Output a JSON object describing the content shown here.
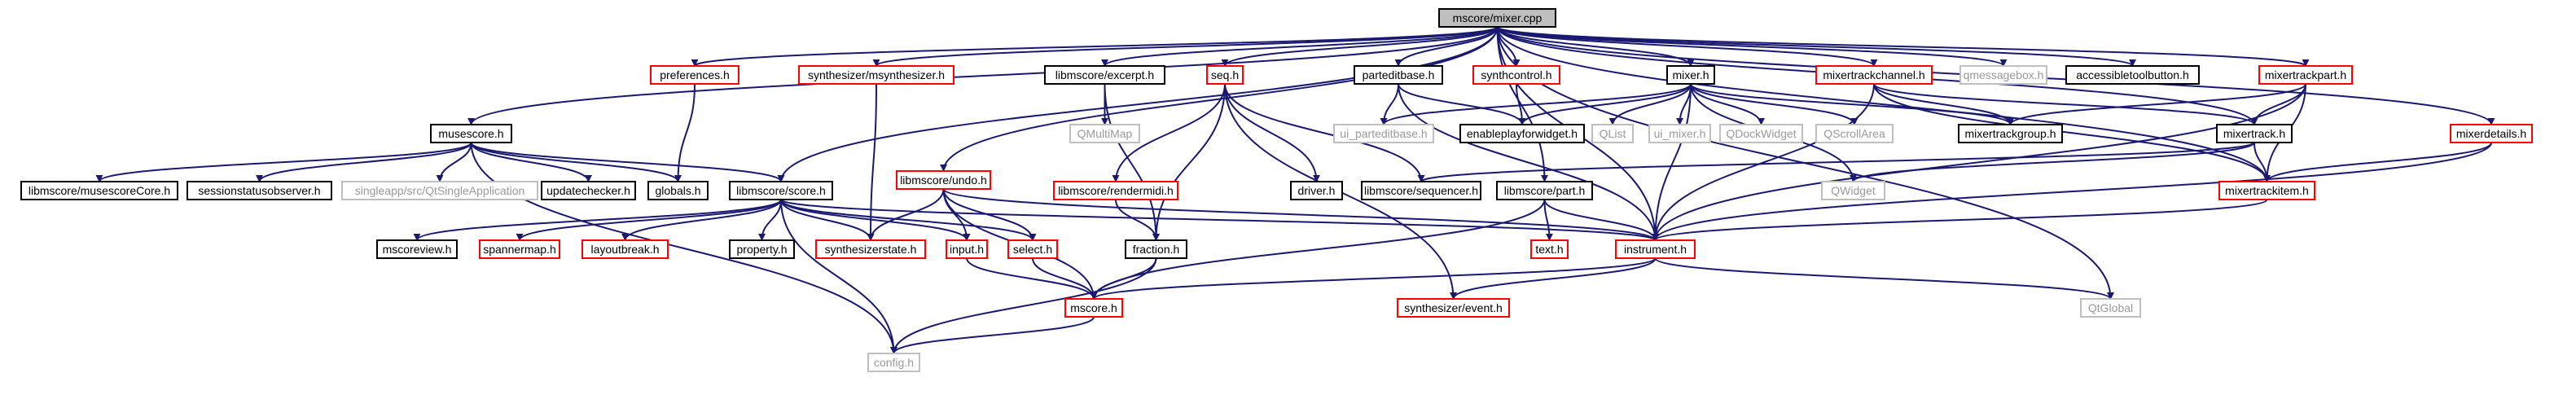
{
  "graph": {
    "colors": {
      "root_fill": "#bfbfbf",
      "border_normal": "#000000",
      "border_red": "#ff0000",
      "border_gray": "#bfbfbf",
      "text_normal": "#000000",
      "text_gray": "#9a9a9a",
      "edge": "#191970"
    },
    "nodes": {
      "mixer_cpp": "mscore/mixer.cpp",
      "preferences": "preferences.h",
      "msynth": "synthesizer/msynthesizer.h",
      "excerpt": "libmscore/excerpt.h",
      "seq": "seq.h",
      "parteditbase": "parteditbase.h",
      "synthcontrol": "synthcontrol.h",
      "mixer_h": "mixer.h",
      "mixertrackchannel": "mixertrackchannel.h",
      "qmessagebox": "qmessagebox.h",
      "accessibletoolbutton": "accessibletoolbutton.h",
      "mixertrackpart": "mixertrackpart.h",
      "musescore": "musescore.h",
      "qmultimap": "QMultiMap",
      "undo": "libmscore/undo.h",
      "ui_parteditbase": "ui_parteditbase.h",
      "enableplayforwidget": "enableplayforwidget.h",
      "qlist": "QList",
      "ui_mixer": "ui_mixer.h",
      "qdockwidget": "QDockWidget",
      "qscrollarea": "QScrollArea",
      "mixertrackgroup": "mixertrackgroup.h",
      "mixertrack": "mixertrack.h",
      "mixerdetails": "mixerdetails.h",
      "musescorecore": "libmscore/musescoreCore.h",
      "sessionstatusobserver": "sessionstatusobserver.h",
      "qtsingleapp": "singleapp/src/QtSingleApplication",
      "updatechecker": "updatechecker.h",
      "globals": "globals.h",
      "score": "libmscore/score.h",
      "rendermidi": "libmscore/rendermidi.h",
      "driver": "driver.h",
      "sequencer": "libmscore/sequencer.h",
      "part": "libmscore/part.h",
      "qwidget": "QWidget",
      "mixertrackitem": "mixertrackitem.h",
      "mscoreview": "mscoreview.h",
      "spannermap": "spannermap.h",
      "layoutbreak": "layoutbreak.h",
      "property": "property.h",
      "synthesizerstate": "synthesizerstate.h",
      "input": "input.h",
      "select": "select.h",
      "fraction": "fraction.h",
      "text": "text.h",
      "instrument": "instrument.h",
      "mscore": "mscore.h",
      "event": "synthesizer/event.h",
      "qtglobal": "QtGlobal",
      "config": "config.h"
    }
  }
}
